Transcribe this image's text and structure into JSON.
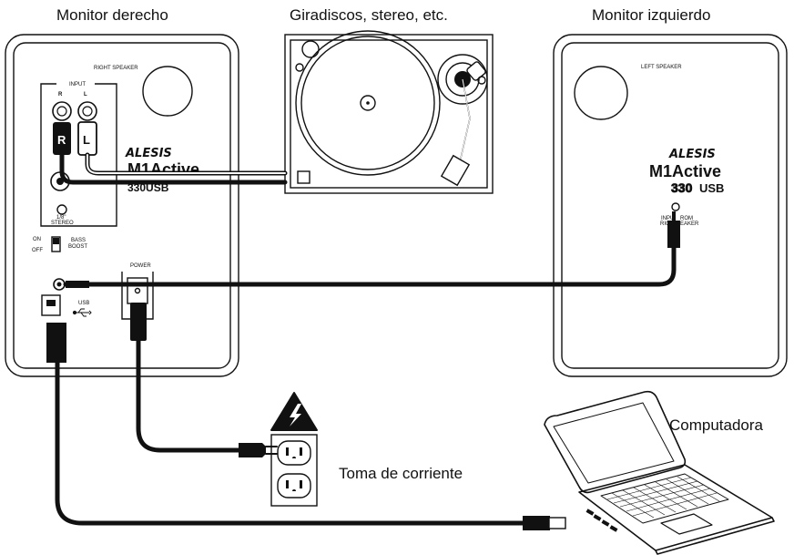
{
  "captions": {
    "right_monitor": "Monitor derecho",
    "turntable": "Giradiscos, stereo, etc.",
    "left_monitor": "Monitor izquierdo",
    "computer": "Computadora",
    "outlet": "Toma de corriente"
  },
  "right_speaker_panel": {
    "title": "RIGHT SPEAKER",
    "input_label": "INPUT",
    "r_label": "R",
    "l_label": "L",
    "stereo_label_1": "1/8\"",
    "stereo_label_2": "STEREO",
    "bass_on": "ON",
    "bass_off": "OFF",
    "bass_label_1": "BASS",
    "bass_label_2": "BOOST",
    "power_label": "POWER",
    "usb_label": "USB",
    "brand": "ALESIS",
    "model": "M1Active",
    "model_sub": "330USB"
  },
  "left_speaker_panel": {
    "title": "LEFT SPEAKER",
    "brand": "ALESIS",
    "model": "M1Active",
    "model_sub_a": "330",
    "model_sub_b": "USB",
    "input_label_1": "INPU",
    "input_label_2": "RIGHT",
    "from_label_1": "ROM",
    "from_label_2": "EAKER"
  },
  "icons": [
    "high-voltage-warning-icon",
    "usb-icon",
    "power-outlet-icon",
    "laptop-icon",
    "turntable-icon"
  ]
}
